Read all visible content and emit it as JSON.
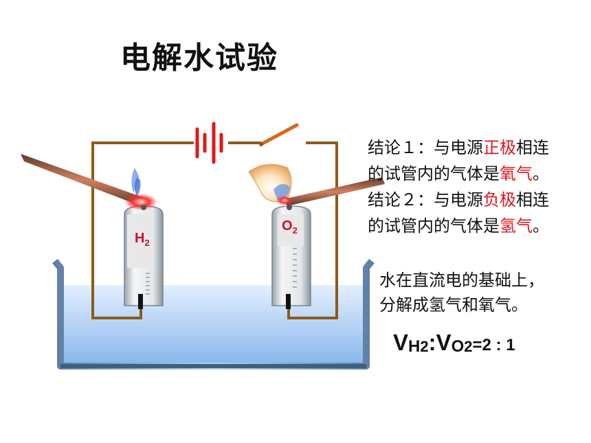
{
  "title": "电解水试验",
  "conclusions": [
    {
      "prefix": "结论１：与电源",
      "pole": "正极",
      "middle": "相连",
      "line2_prefix": "的试管内的气体是",
      "gas": "氧气",
      "line2_suffix": "。"
    },
    {
      "prefix": "结论２：与电源",
      "pole": "负极",
      "middle": "相连",
      "line2_prefix": "的试管内的气体是",
      "gas": "氢气",
      "line2_suffix": "。"
    }
  ],
  "note": [
    "水在直流电的基础上，",
    "分解成氢气和氧气。"
  ],
  "ratio": {
    "v1": "V",
    "sub1": "H",
    "sub1b": "2",
    "sep": ":",
    "v2": "V",
    "sub2": "O",
    "sub2b": "2",
    "rest": "=2 : 1"
  },
  "tube_labels": {
    "left": "H",
    "left_sub": "2",
    "right": "O",
    "right_sub": "2"
  },
  "colors": {
    "wire": "#8b5a1b",
    "water": "#cfe3f7",
    "highlight": "#e0141e",
    "label": "#c8102e"
  }
}
